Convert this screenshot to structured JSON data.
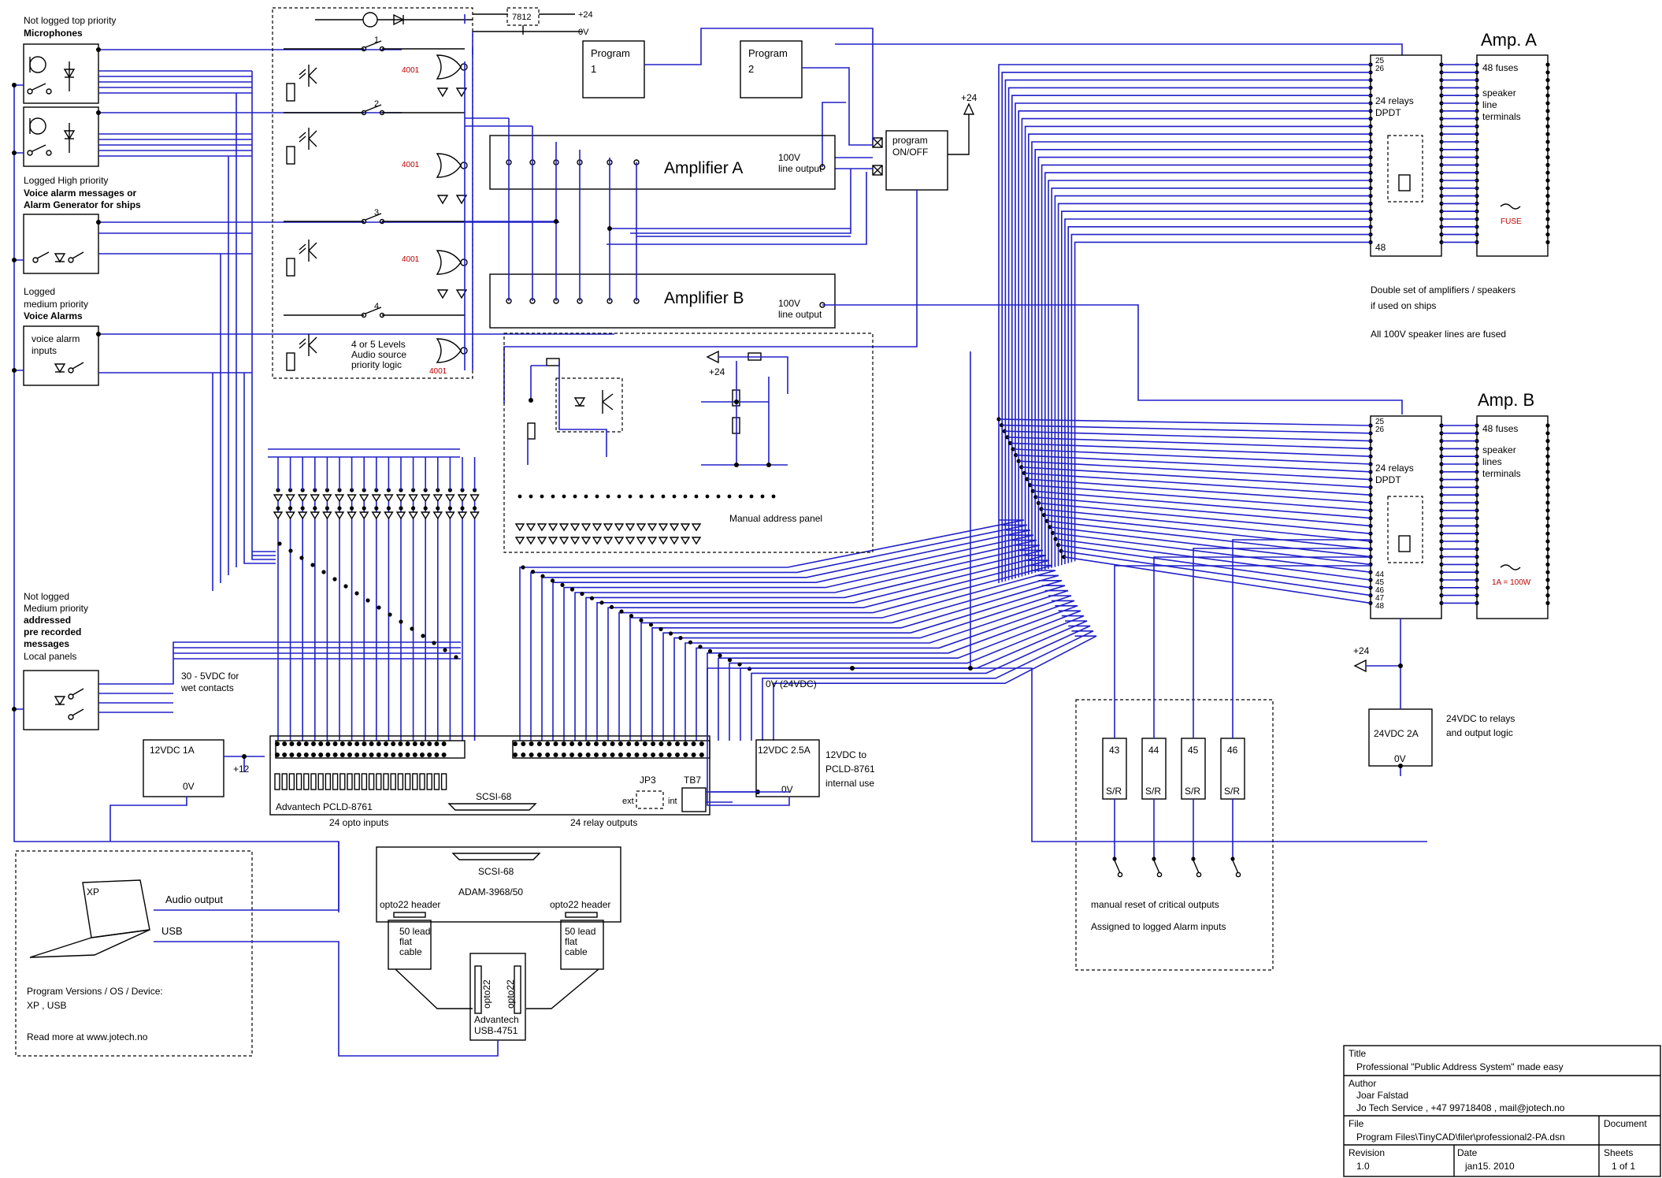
{
  "left_labels": {
    "mic_a": "Not logged  top priority",
    "mic_b": "Microphones",
    "high_a": "Logged High priority",
    "high_b": "Voice alarm messages  or",
    "high_c": "Alarm Generator for ships",
    "med_a": "Logged",
    "med_b": "medium priority",
    "med_c": "Voice Alarms",
    "voice_a": "voice alarm",
    "voice_b": "inputs",
    "nl_a": "Not logged",
    "nl_b": "Medium priority",
    "nl_c": "addressed",
    "nl_d": "pre recorded",
    "nl_e": "messages",
    "nl_f": "Local panels",
    "wet_a": "30 - 5VDC for",
    "wet_b": "wet contacts"
  },
  "logic": {
    "reg": "7812",
    "p24": "+24",
    "p0v": "0V",
    "g4001": "4001",
    "n1": "1",
    "n2": "2",
    "n3": "3",
    "n4": "4",
    "levels_a": "4 or 5 Levels",
    "levels_b": "Audio source",
    "levels_c": "priority logic"
  },
  "program": {
    "p1a": "Program",
    "p1b": "1",
    "p2a": "Program",
    "p2b": "2",
    "onoff_a": "program",
    "onoff_b": "ON/OFF",
    "plus24": "+24"
  },
  "amps": {
    "a_title": "Amplifier A",
    "b_title": "Amplifier B",
    "out_a": "100V",
    "out_b": "line output"
  },
  "right": {
    "amp_a": "Amp. A",
    "amp_b": "Amp. B",
    "relays": "24 relays",
    "dpdt": "DPDT",
    "fuses": "48 fuses",
    "spk_a": "speaker",
    "spk_line": "line",
    "spk_lines": "lines",
    "spk_term": "terminals",
    "fuse": "FUSE",
    "fuse_b": "1A = 100W",
    "n25": "25",
    "n26": "26",
    "n48": "48",
    "n44": "44",
    "n45": "45",
    "n46": "46",
    "n47": "47",
    "note_a": "Double set of amplifiers / speakers",
    "note_b": "if used on ships",
    "note_c": "All 100V speaker lines are fused"
  },
  "panel": {
    "manual": "Manual address panel",
    "plus24": "+24"
  },
  "bottom": {
    "ps12": "12VDC 1A",
    "ps0v": "0V",
    "plus12": "+12",
    "advantech": "Advantech  PCLD-8761",
    "scsi": "SCSI-68",
    "opto_in": "24 opto inputs",
    "relay_out": "24 relay outputs",
    "jp3": "JP3",
    "ext": "ext",
    "int": "int",
    "tb7": "TB7",
    "ov24": "0V (24VDC)",
    "ps25": "12VDC 2.5A",
    "ps25_0v": "0V",
    "pcld_a": "12VDC to",
    "pcld_b": "PCLD-8761",
    "pcld_c": "internal use",
    "adam_scsi": "SCSI-68",
    "adam": "ADAM-3968/50",
    "opto_hdr": "opto22 header",
    "lead_a": "50 lead",
    "lead_b": "flat",
    "lead_c": "cable",
    "opto22": "opto22",
    "usb_a": "Advantech",
    "usb_b": "USB-4751",
    "ps24": "24VDC 2A",
    "ps24_0v": "0V",
    "plus24": "+24",
    "relay_note_a": "24VDC to relays",
    "relay_note_b": "and output logic"
  },
  "pc": {
    "xp": "XP",
    "audio": "Audio output",
    "usb": "USB",
    "ver": "Program  Versions / OS / Device:",
    "os": "XP  ,  USB",
    "more": "Read more at     www.jotech.no"
  },
  "reset": {
    "r43": "43",
    "r44": "44",
    "r45": "45",
    "r46": "46",
    "sr": "S/R",
    "note_a": "manual reset of critical outputs",
    "note_b": "Assigned to logged Alarm inputs"
  },
  "title_block": {
    "title_label": "Title",
    "title": "Professional  \"Public Address System\"  made easy",
    "author_label": "Author",
    "author": "Joar Falstad",
    "company": "Jo Tech Service ,  +47 99718408 ,  mail@jotech.no",
    "file_label": "File",
    "file": "Program Files\\TinyCAD\\filer\\professional2-PA.dsn",
    "doc_label": "Document",
    "rev_label": "Revision",
    "rev": "1.0",
    "date_label": "Date",
    "date": "jan15. 2010",
    "sheets_label": "Sheets",
    "sheets": "1 of 1"
  }
}
